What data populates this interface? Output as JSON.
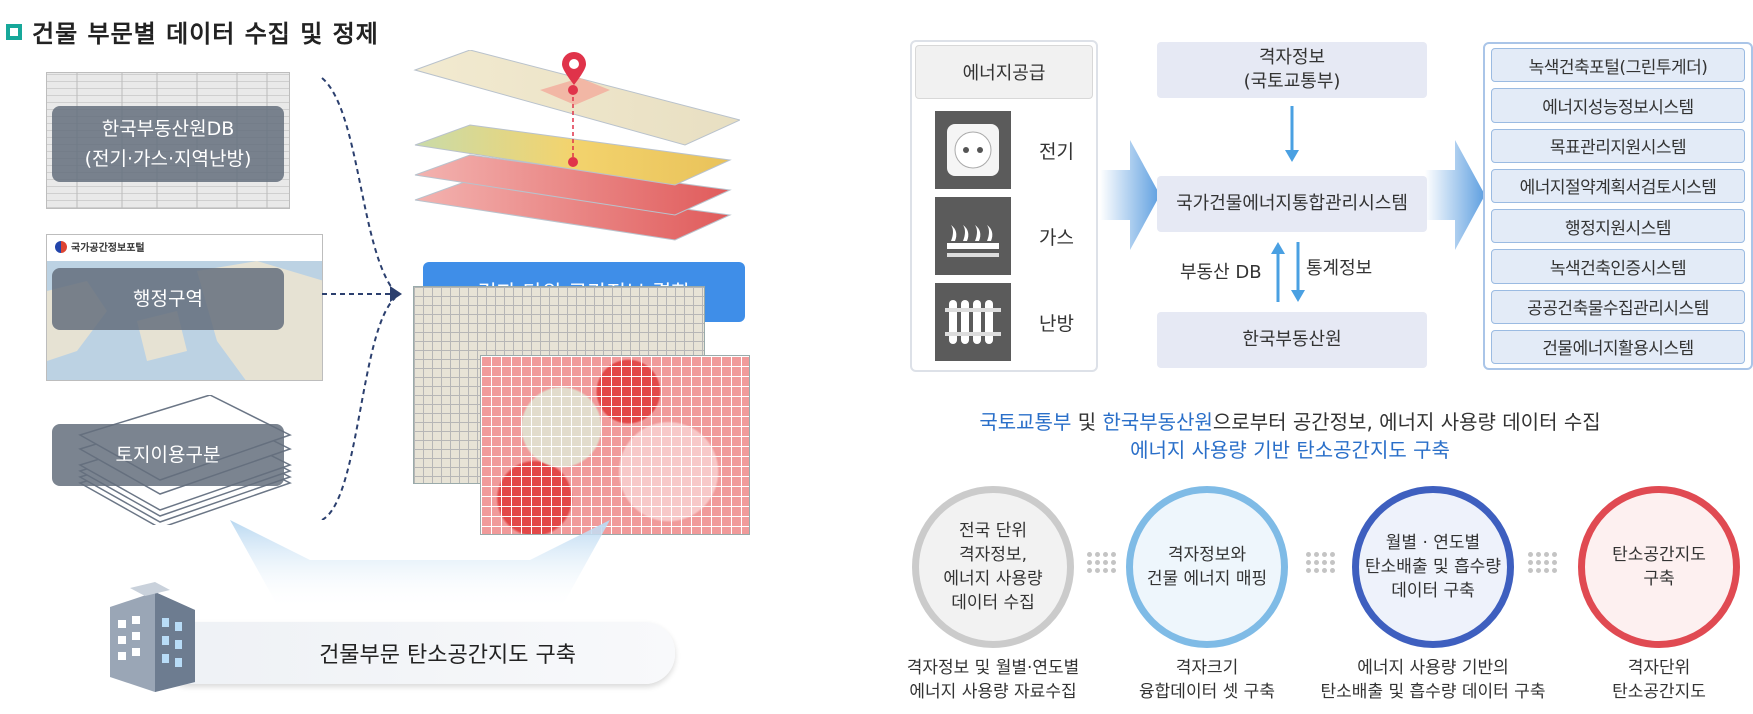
{
  "left": {
    "title": "건물 부문별 데이터 수집 및 정제",
    "source_labels": [
      {
        "lines": [
          "한국부동산원DB",
          "(전기·가스·지역난방)"
        ]
      },
      {
        "lines": [
          "행정구역"
        ]
      },
      {
        "lines": [
          "토지이용구분"
        ]
      }
    ],
    "portal_logo": "국가공간정보포털",
    "combine_label": "격자 단위 공간정보 결합",
    "result_label": "건물부문 탄소공간지도 구축"
  },
  "right": {
    "energy_panel": {
      "header": "에너지공급",
      "items": [
        {
          "label": "전기",
          "icon": "outlet-icon"
        },
        {
          "label": "가스",
          "icon": "gas-burner-icon"
        },
        {
          "label": "난방",
          "icon": "radiator-icon"
        }
      ]
    },
    "grid_info": [
      "격자정보",
      "(국토교통부)"
    ],
    "national_system": "국가건물에너지통합관리시스템",
    "arrow_up_label": "부동산 DB",
    "arrow_down_label": "통계정보",
    "agency": "한국부동산원",
    "systems": [
      "녹색건축포털(그린투게더)",
      "에너지성능정보시스템",
      "목표관리지원시스템",
      "에너지절약계획서검토시스템",
      "행정지원시스템",
      "녹색건축인증시스템",
      "공공건축물수집관리시스템",
      "건물에너지활용시스템"
    ],
    "summary_line1": {
      "part1": "국토교통부",
      "part2": " 및 ",
      "part3": "한국부동산원",
      "part4": "으로부터 공간정보, 에너지 사용량 데이터 수집"
    },
    "summary_line2": "에너지 사용량 기반 탄소공간지도 구축",
    "steps": [
      {
        "lines": [
          "전국 단위",
          "격자정보,",
          "에너지 사용량",
          "데이터 수집"
        ],
        "caption": [
          "격자정보 및 월별·연도별",
          "에너지 사용량 자료수집"
        ]
      },
      {
        "lines": [
          "격자정보와",
          "건물 에너지 매핑"
        ],
        "caption": [
          "격자크기",
          "융합데이터 셋 구축"
        ]
      },
      {
        "lines": [
          "월별 · 연도별",
          "탄소배출 및 흡수량",
          "데이터 구축"
        ],
        "caption": [
          "에너지 사용량 기반의",
          "탄소배출 및 흡수량 데이터 구축"
        ]
      },
      {
        "lines": [
          "탄소공간지도",
          "구축"
        ],
        "caption": [
          "격자단위",
          "탄소공간지도"
        ]
      }
    ],
    "colors": {
      "highlight_text": "#2a6fc9",
      "step1_border": "#c9c9c9",
      "step2_border": "#79b8e6",
      "step3_border": "#3e5fbf",
      "step4_border": "#e04a52",
      "arrow": "#4aa0e2"
    }
  }
}
